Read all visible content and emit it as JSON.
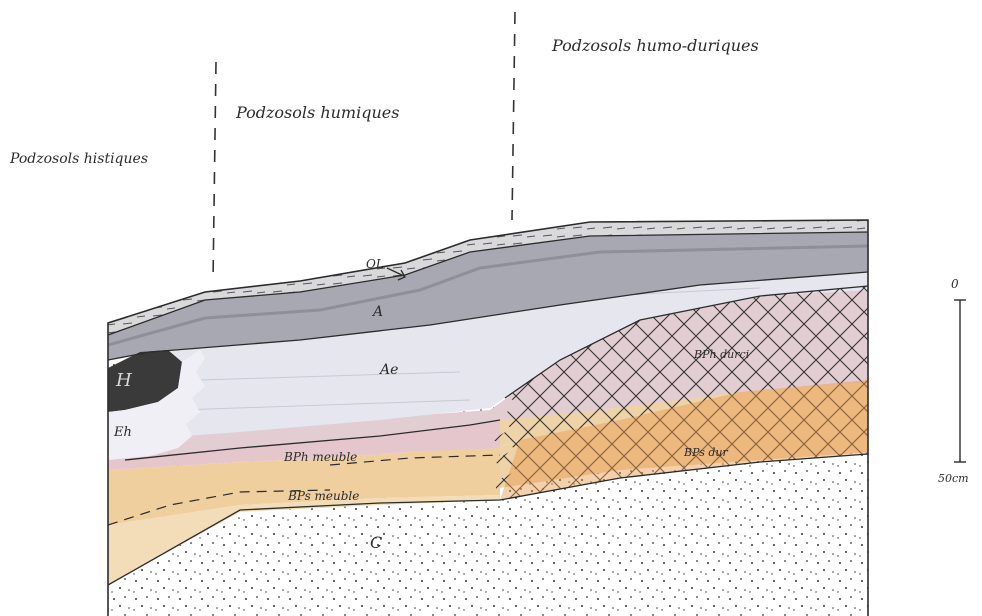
{
  "zones": {
    "histiques": "Podzosols histiques",
    "humiques": "Podzosols humiques",
    "humo_duriques": "Podzosols humo-duriques"
  },
  "horizons": {
    "ol": "OL",
    "a": "A",
    "ae": "Ae",
    "h": "H",
    "eh": "Eh",
    "bph_meuble": "BPh meuble",
    "bps_meuble": "BPs meuble",
    "c": "C",
    "bph_durci": "BPh durci",
    "bps_dur": "BPs dur"
  },
  "scale": {
    "top_label": "0",
    "bottom_label": "50cm"
  },
  "colors": {
    "ink": "#2b2b2b",
    "litter": "#cfcfd2",
    "a_horizon": "#9c9ca6",
    "ae_horizon": "#e6e6ee",
    "bph_horizon": "#e2cdd3",
    "bps_horizon": "#eed3a8",
    "c_horizon": "#ffffff",
    "h_pocket": "#3a3a3a",
    "durci_orange": "#e8964a"
  }
}
